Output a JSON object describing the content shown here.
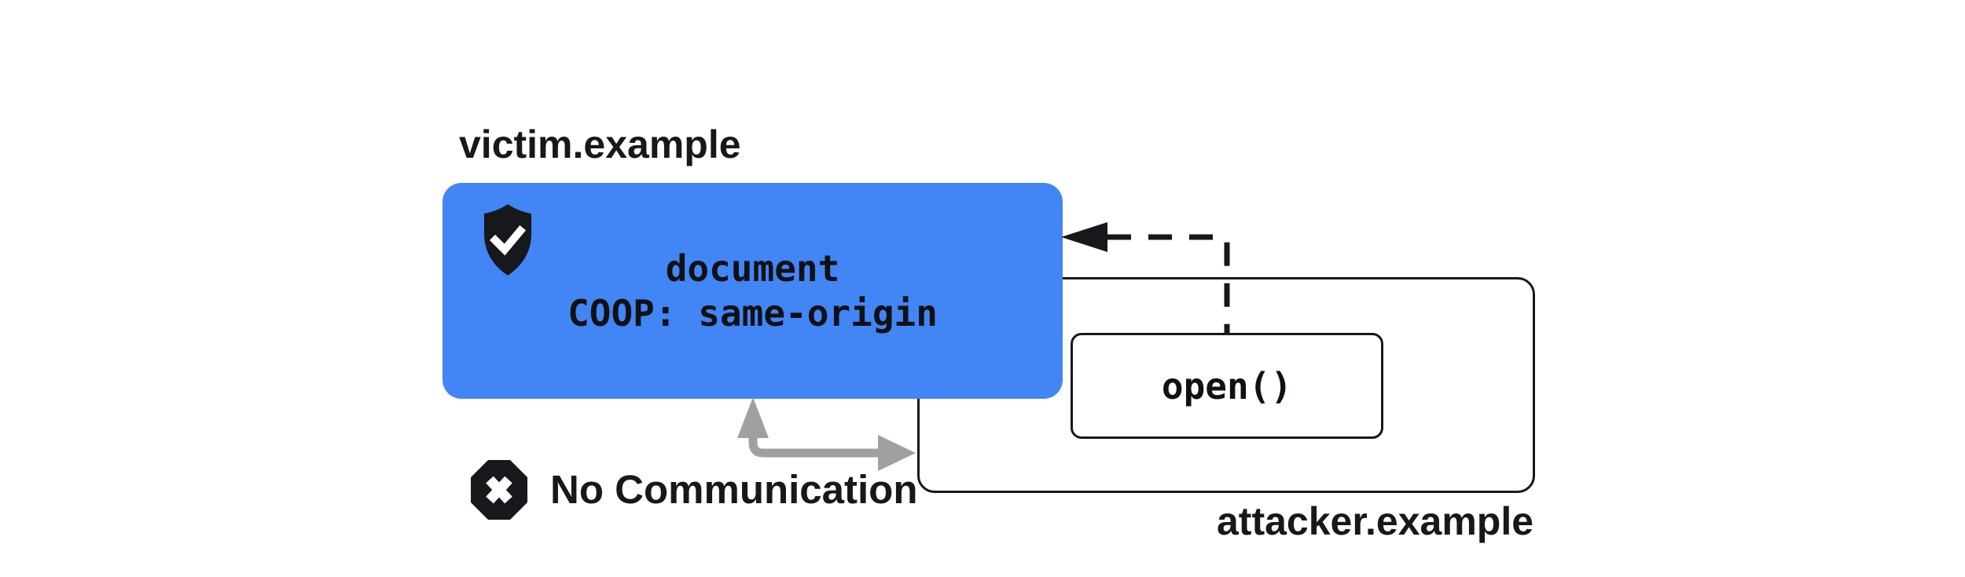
{
  "diagram": {
    "victim": {
      "label": "victim.example"
    },
    "document_box": {
      "line1": "document",
      "line2": "COOP: same-origin",
      "icon": "shield-check-icon"
    },
    "attacker": {
      "label": "attacker.example"
    },
    "opener_call": {
      "label": "open()"
    },
    "blocked": {
      "label": "No Communication",
      "icon": "blocked-x-octagon-icon"
    },
    "arrows": {
      "dashed_opener_reference": "dashed arrow from attacker window toward victim document",
      "no_communication_arrow": "gray blocked two-way arrow between document and attacker window"
    },
    "colors": {
      "document_box_bg": "#4285F4",
      "ink": "#16181c",
      "arrow_gray": "#a0a0a0",
      "background": "#ffffff"
    }
  }
}
